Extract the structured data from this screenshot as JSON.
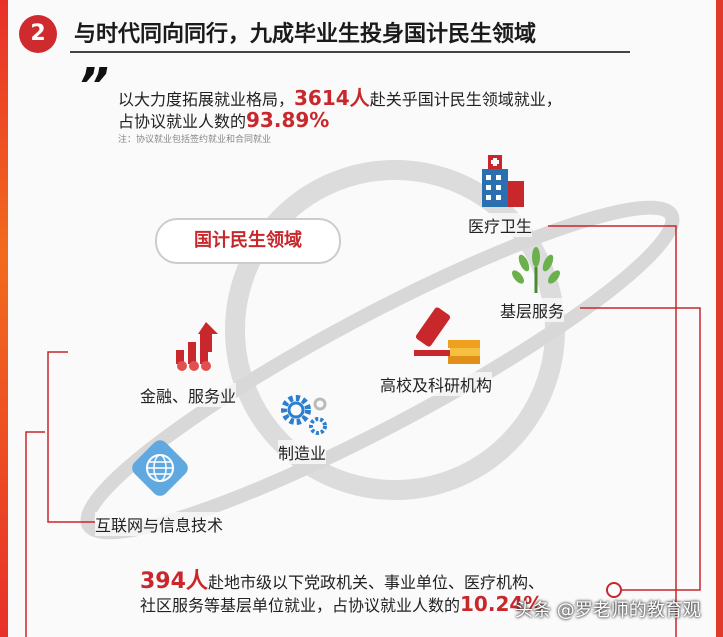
{
  "header": {
    "badge_number": "2",
    "title": "与时代同向同行，九成毕业生投身国计民生领域"
  },
  "intro": {
    "quote_mark": "”",
    "line1_prefix": "以大力度拓展就业格局，",
    "line1_number": "3614人",
    "line1_suffix": "赴关乎国计民生领域就业，",
    "line2_prefix": "占协议就业人数的",
    "line2_percent": "93.89%",
    "note": "注：协议就业包括签约就业和合同就业"
  },
  "diagram": {
    "center_label": "国计民生领域",
    "sectors": [
      {
        "label": "医疗卫生",
        "icon": "hospital-icon"
      },
      {
        "label": "基层服务",
        "icon": "wheat-icon"
      },
      {
        "label": "高校及科研机构",
        "icon": "microscope-books-icon"
      },
      {
        "label": "金融、服务业",
        "icon": "finance-chart-icon"
      },
      {
        "label": "制造业",
        "icon": "gears-icon"
      },
      {
        "label": "互联网与信息技术",
        "icon": "globe-icon"
      }
    ]
  },
  "bottom": {
    "number": "394人",
    "line1": "赴地市级以下党政机关、事业单位、医疗机构、",
    "line2_prefix": "社区服务等基层单位就业，占协议就业人数的",
    "line2_percent": "10.24%"
  },
  "watermark": "头条 @罗老师的教育观",
  "colors": {
    "accent": "#c8282c",
    "ring": "#dcdcdc"
  }
}
